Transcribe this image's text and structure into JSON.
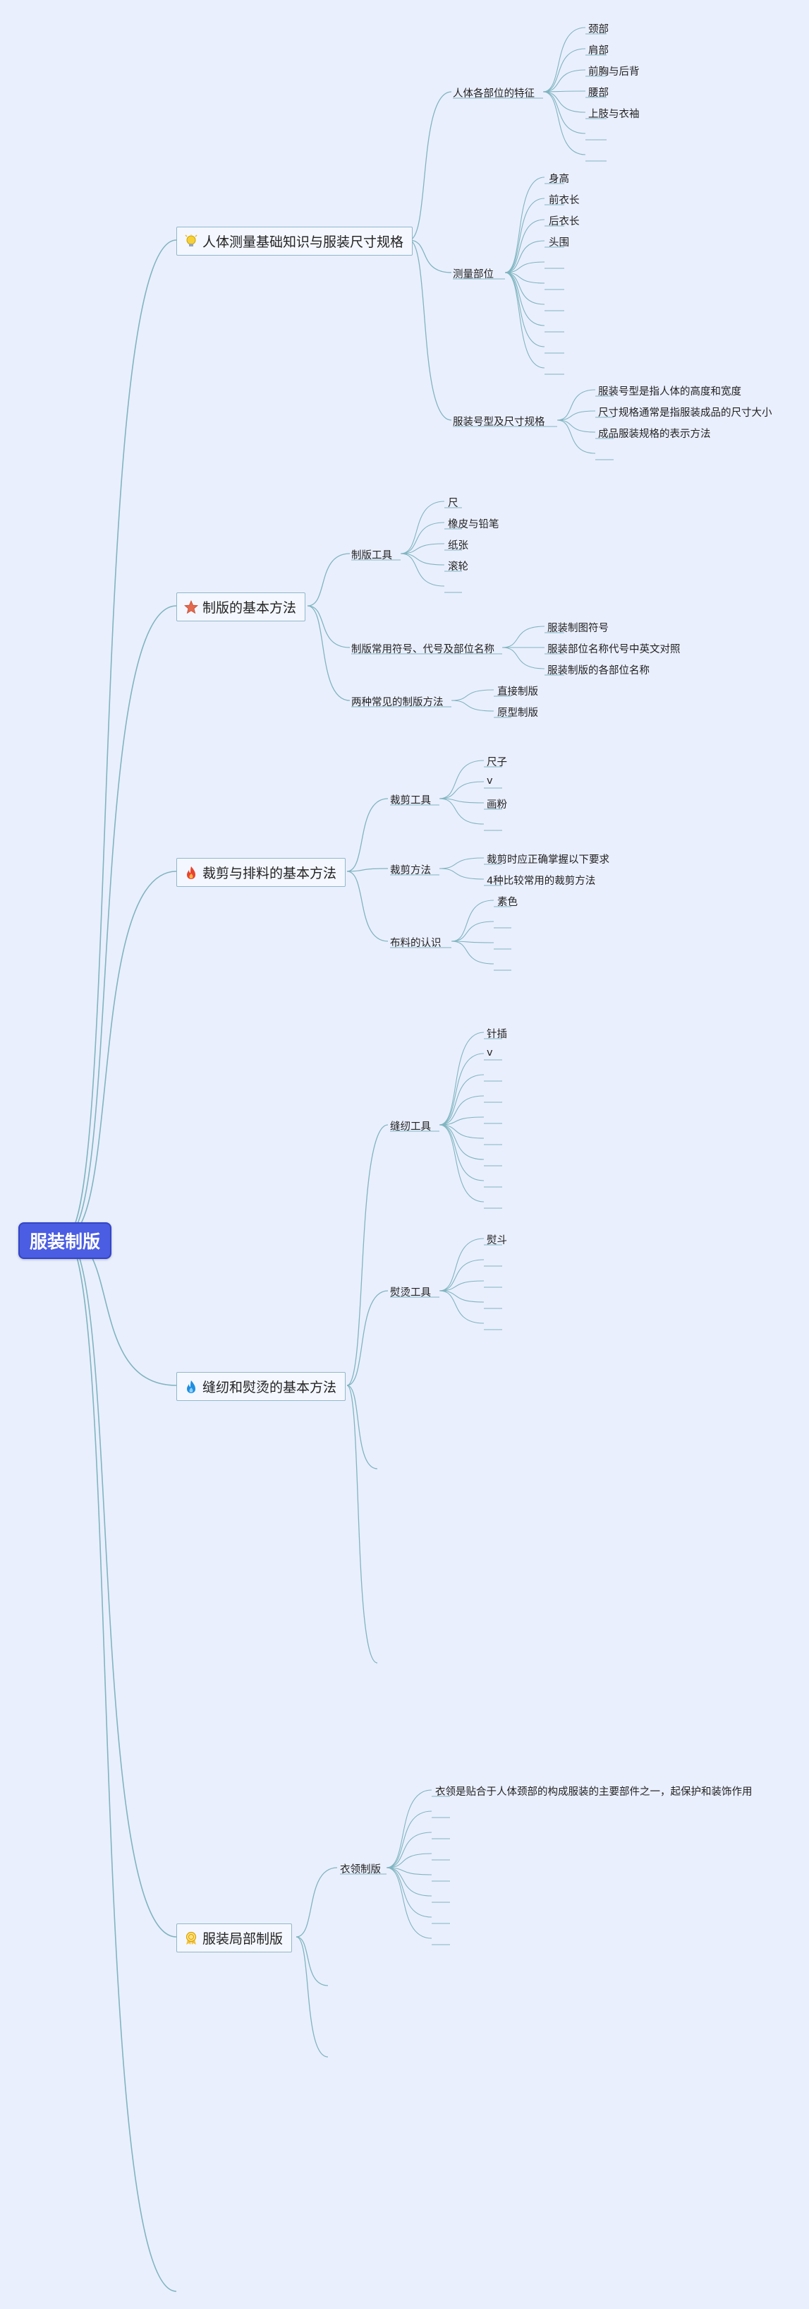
{
  "root": {
    "label": "服装制版"
  },
  "colors": {
    "edge": "#7fb5c0",
    "root_bg": "#4a5de3",
    "background": "#eaeffd"
  },
  "branches": [
    {
      "label": "人体测量基础知识与服装尺寸规格",
      "icon": "lightbulb-icon",
      "children": [
        {
          "label": "人体各部位的特征",
          "leaves": [
            "颈部",
            "肩部",
            "前胸与后背",
            "腰部",
            "上肢与衣袖",
            "",
            ""
          ]
        },
        {
          "label": "测量部位",
          "leaves": [
            "身高",
            "前衣长",
            "后衣长",
            "头围",
            "",
            "",
            "",
            "",
            "",
            ""
          ]
        },
        {
          "label": "服装号型及尺寸规格",
          "leaves": [
            "服装号型是指人体的高度和宽度",
            "尺寸规格通常是指服装成品的尺寸大小",
            "成品服装规格的表示方法",
            ""
          ]
        }
      ]
    },
    {
      "label": "制版的基本方法",
      "icon": "star-icon",
      "children": [
        {
          "label": "制版工具",
          "leaves": [
            "尺",
            "橡皮与铅笔",
            "纸张",
            "滚轮",
            ""
          ]
        },
        {
          "label": "制版常用符号、代号及部位名称",
          "leaves": [
            "服装制图符号",
            "服装部位名称代号中英文对照",
            "服装制版的各部位名称"
          ]
        },
        {
          "label": "两种常见的制版方法",
          "leaves": [
            "直接制版",
            "原型制版"
          ]
        }
      ]
    },
    {
      "label": "裁剪与排料的基本方法",
      "icon": "fire-red-icon",
      "children": [
        {
          "label": "裁剪工具",
          "leaves": [
            "尺子",
            "v",
            "画粉",
            ""
          ]
        },
        {
          "label": "裁剪方法",
          "leaves": [
            "裁剪时应正确掌握以下要求",
            "4种比较常用的裁剪方法"
          ]
        },
        {
          "label": "布料的认识",
          "leaves": [
            "素色",
            "",
            "",
            ""
          ]
        }
      ]
    },
    {
      "label": "缝纫和熨烫的基本方法",
      "icon": "fire-blue-icon",
      "children": [
        {
          "label": "缝纫工具",
          "leaves": [
            "针插",
            "v",
            "",
            "",
            "",
            "",
            "",
            "",
            ""
          ]
        },
        {
          "label": "熨烫工具",
          "leaves": [
            "熨斗",
            "",
            "",
            "",
            ""
          ]
        },
        {
          "label": "",
          "leaves": []
        },
        {
          "label": "",
          "leaves": []
        }
      ]
    },
    {
      "label": "服装局部制版",
      "icon": "badge-icon",
      "children": [
        {
          "label": "衣领制版",
          "leaves": [
            "衣领是贴合于人体颈部的构成服装的主要部件之一，起保护和装饰作用",
            "",
            "",
            "",
            "",
            "",
            "",
            ""
          ]
        },
        {
          "label": "",
          "leaves": []
        },
        {
          "label": "",
          "leaves": []
        }
      ]
    },
    {
      "label": "",
      "icon": "",
      "children": []
    }
  ]
}
